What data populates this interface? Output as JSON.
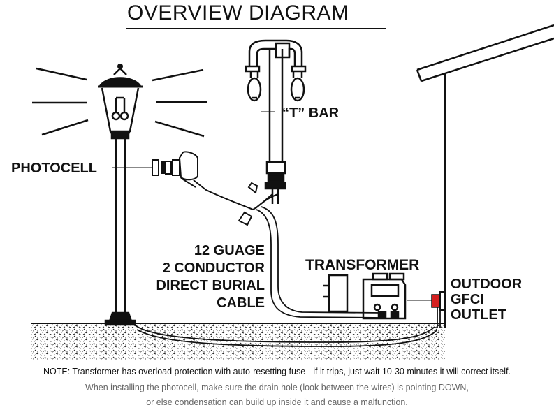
{
  "title": "OVERVIEW DIAGRAM",
  "labels": {
    "t_bar": "“T” BAR",
    "photocell": "PHOTOCELL",
    "cable_lines": [
      "12 GUAGE",
      "2 CONDUCTOR",
      "DIRECT BURIAL",
      "CABLE"
    ],
    "transformer": "TRANSFORMER",
    "outlet_lines": [
      "OUTDOOR",
      "GFCI",
      "OUTLET"
    ]
  },
  "notes": {
    "line1": "NOTE: Transformer has overload protection with auto-resetting fuse - if it trips, just wait 10-30 minutes it will correct itself.",
    "line2": "When installing the photocell, make sure the drain hole (look between the wires) is pointing DOWN,",
    "line3": "or else condensation can build up inside it and cause a malfunction."
  },
  "colors": {
    "ink": "#111111",
    "outlet_red": "#d42020",
    "note_gray": "#666666"
  }
}
